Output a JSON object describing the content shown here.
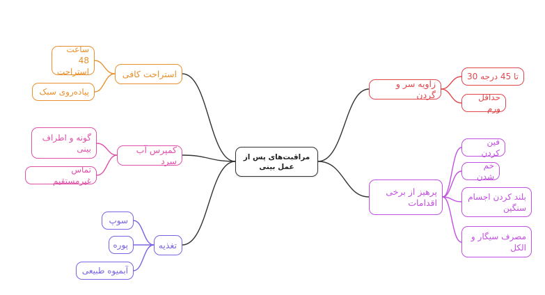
{
  "root": {
    "label": "مراقبت‌های پس از عمل بینی"
  },
  "branches": {
    "rest": {
      "label": "استراحت کافی",
      "color": "#e8902b",
      "children": [
        "ساعت 48 استراحت",
        "پیاده‌روی سبک"
      ]
    },
    "compress": {
      "label": "کمپرس آب سرد",
      "color": "#e04fa8",
      "children": [
        "گونه و اطراف بینی",
        "تماس غیرمستقیم"
      ]
    },
    "nutrition": {
      "label": "تغذیه",
      "color": "#7b62e0",
      "children": [
        "سوپ",
        "پوره",
        "آبمیوه طبیعی"
      ]
    },
    "head": {
      "label": "زاویه سر و گردن",
      "color": "#e2464b",
      "children": [
        "تا 45 درجه 30",
        "حداقل ورم"
      ]
    },
    "avoid": {
      "label": "پرهیز از برخی اقدامات",
      "color": "#c14fe0",
      "children": [
        "فین کردن",
        "خم شدن",
        "بلند کردن اجسام سنگین",
        "مصرف سیگار و الکل"
      ]
    }
  }
}
